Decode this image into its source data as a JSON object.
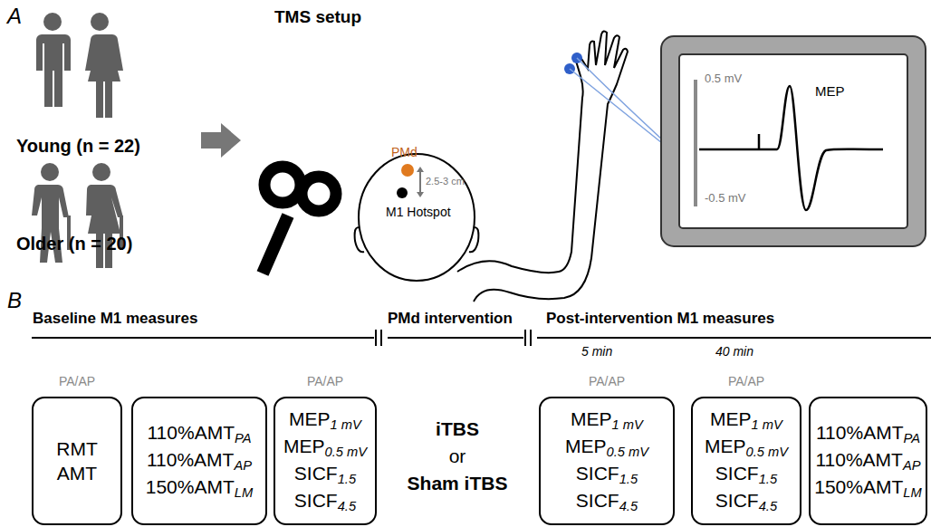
{
  "diagram": {
    "title": "TMS setup",
    "nodes": [
      {
        "text": [
          "PA/AP",
          "RMT",
          "AMT"
        ]
      },
      {
        "text": [
          "110%AMTPA",
          "110%AMTAP",
          "150%AMTLM"
        ]
      },
      {
        "text": [
          "PA/AP",
          "MEP1 mV",
          "MEP0.5 mV",
          "SICF1.5",
          "SICF4.5"
        ]
      },
      {
        "text": [
          "PA/AP",
          "MEP1 mV",
          "MEP0.5 mV",
          "SICF1.5",
          "SICF4.5"
        ]
      },
      {
        "text": [
          "PA/AP",
          "MEP1 mV",
          "MEP0.5 mV",
          "SICF1.5",
          "SICF4.5"
        ]
      },
      {
        "text": [
          "110%AMTPA",
          "110%AMTAP",
          "150%AMTLM"
        ]
      }
    ],
    "edges": [],
    "labels": [
      "A",
      "Young (n = 22)",
      "Older (n = 20)",
      "PMd",
      "2.5-3 cm",
      "M1 Hotspot",
      "0.5 mV",
      "-0.5 mV",
      "MEP",
      "B",
      "Baseline M1 measures",
      "PMd intervention",
      "Post-intervention M1 measures",
      "5 min",
      "40 min",
      "iTBS",
      "or",
      "Sham iTBS"
    ]
  }
}
